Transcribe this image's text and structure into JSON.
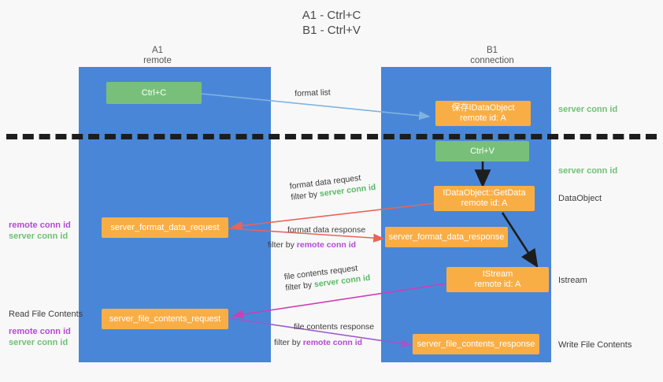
{
  "title": "A1 - Ctrl+C\nB1 - Ctrl+V",
  "lanes": [
    {
      "id": "a1",
      "label": "A1\nremote"
    },
    {
      "id": "b1",
      "label": "B1\nconnection"
    }
  ],
  "nodes": {
    "ctrl_c": "Ctrl+C",
    "save_idataobject": "保存IDataObject\nremote id: A",
    "ctrl_v": "Ctrl+V",
    "getdata": "IDataObject::GetData\nremote id: A",
    "server_format_data_request": "server_format_data_request",
    "server_format_data_response": "server_format_data_response",
    "istream": "IStream\nremote id: A",
    "server_file_contents_request": "server_file_contents_request",
    "server_file_contents_response": "server_file_contents_response"
  },
  "edges": {
    "format_list": "format list",
    "format_data_request": "format data request",
    "format_data_request_filter_prefix": "filter by ",
    "format_data_request_filter_key": "server conn id",
    "format_data_response": "format data response",
    "format_data_response_filter_prefix": "filter by ",
    "format_data_response_filter_key": "remote conn id",
    "file_contents_request": "file contents request",
    "file_contents_request_filter_prefix": "filter by ",
    "file_contents_request_filter_key": "server conn id",
    "file_contents_response": "file contents response",
    "file_contents_response_filter_prefix": "filter by ",
    "file_contents_response_filter_key": "remote conn id"
  },
  "right_labels": {
    "server_conn_id_top": "server conn id",
    "server_conn_id_mid": "server conn id",
    "dataobject": "DataObject",
    "istream": "Istream",
    "write_file_contents": "Write File Contents"
  },
  "left_labels": {
    "remote_conn_id_mid": "remote conn id",
    "server_conn_id_mid": "server conn id",
    "read_file_contents": "Read File Contents",
    "remote_conn_id_bottom": "remote conn id",
    "server_conn_id_bottom": "server conn id"
  },
  "colors": {
    "lane": "#4a86d8",
    "green_node": "#78c07a",
    "orange_node": "#f9ae45",
    "server_conn_id": "#6fc174",
    "remote_conn_id": "#b44ad4",
    "arrow_blue": "#7fb3e0",
    "arrow_red": "#e8645a",
    "arrow_magenta": "#cc3fb5",
    "arrow_purple": "#9b59c9",
    "arrow_black": "#1d1d1d",
    "background": "#f8f8f8"
  }
}
